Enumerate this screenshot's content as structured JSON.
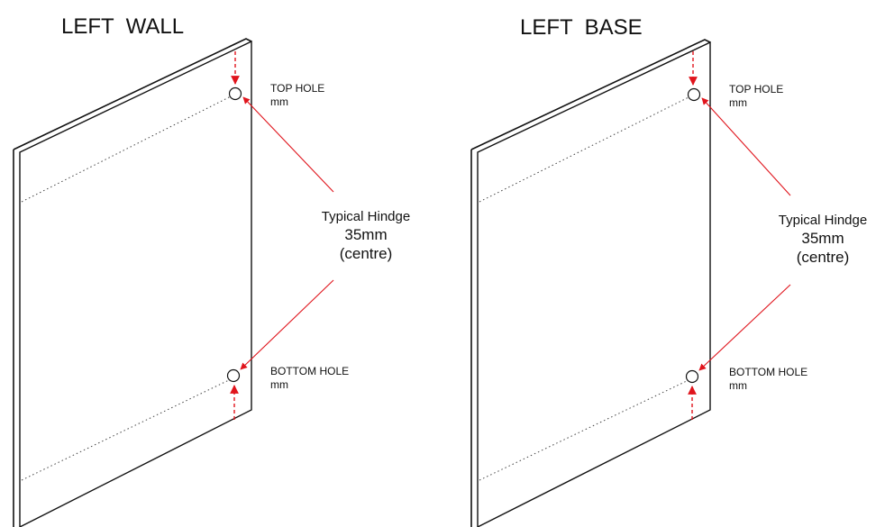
{
  "diagrams": [
    {
      "title": "LEFT  WALL",
      "top_hole_label": "TOP HOLE",
      "top_hole_unit": "mm",
      "bottom_hole_label": "BOTTOM HOLE",
      "bottom_hole_unit": "mm",
      "hinge_line1": "Typical Hindge",
      "hinge_line2": "35mm",
      "hinge_line3": "(centre)"
    },
    {
      "title": "LEFT  BASE",
      "top_hole_label": "TOP HOLE",
      "top_hole_unit": "mm",
      "bottom_hole_label": "BOTTOM HOLE",
      "bottom_hole_unit": "mm",
      "hinge_line1": "Typical Hindge",
      "hinge_line2": "35mm",
      "hinge_line3": "(centre)"
    }
  ],
  "colors": {
    "measure_arrow": "#e0141c",
    "outline": "#111111"
  }
}
